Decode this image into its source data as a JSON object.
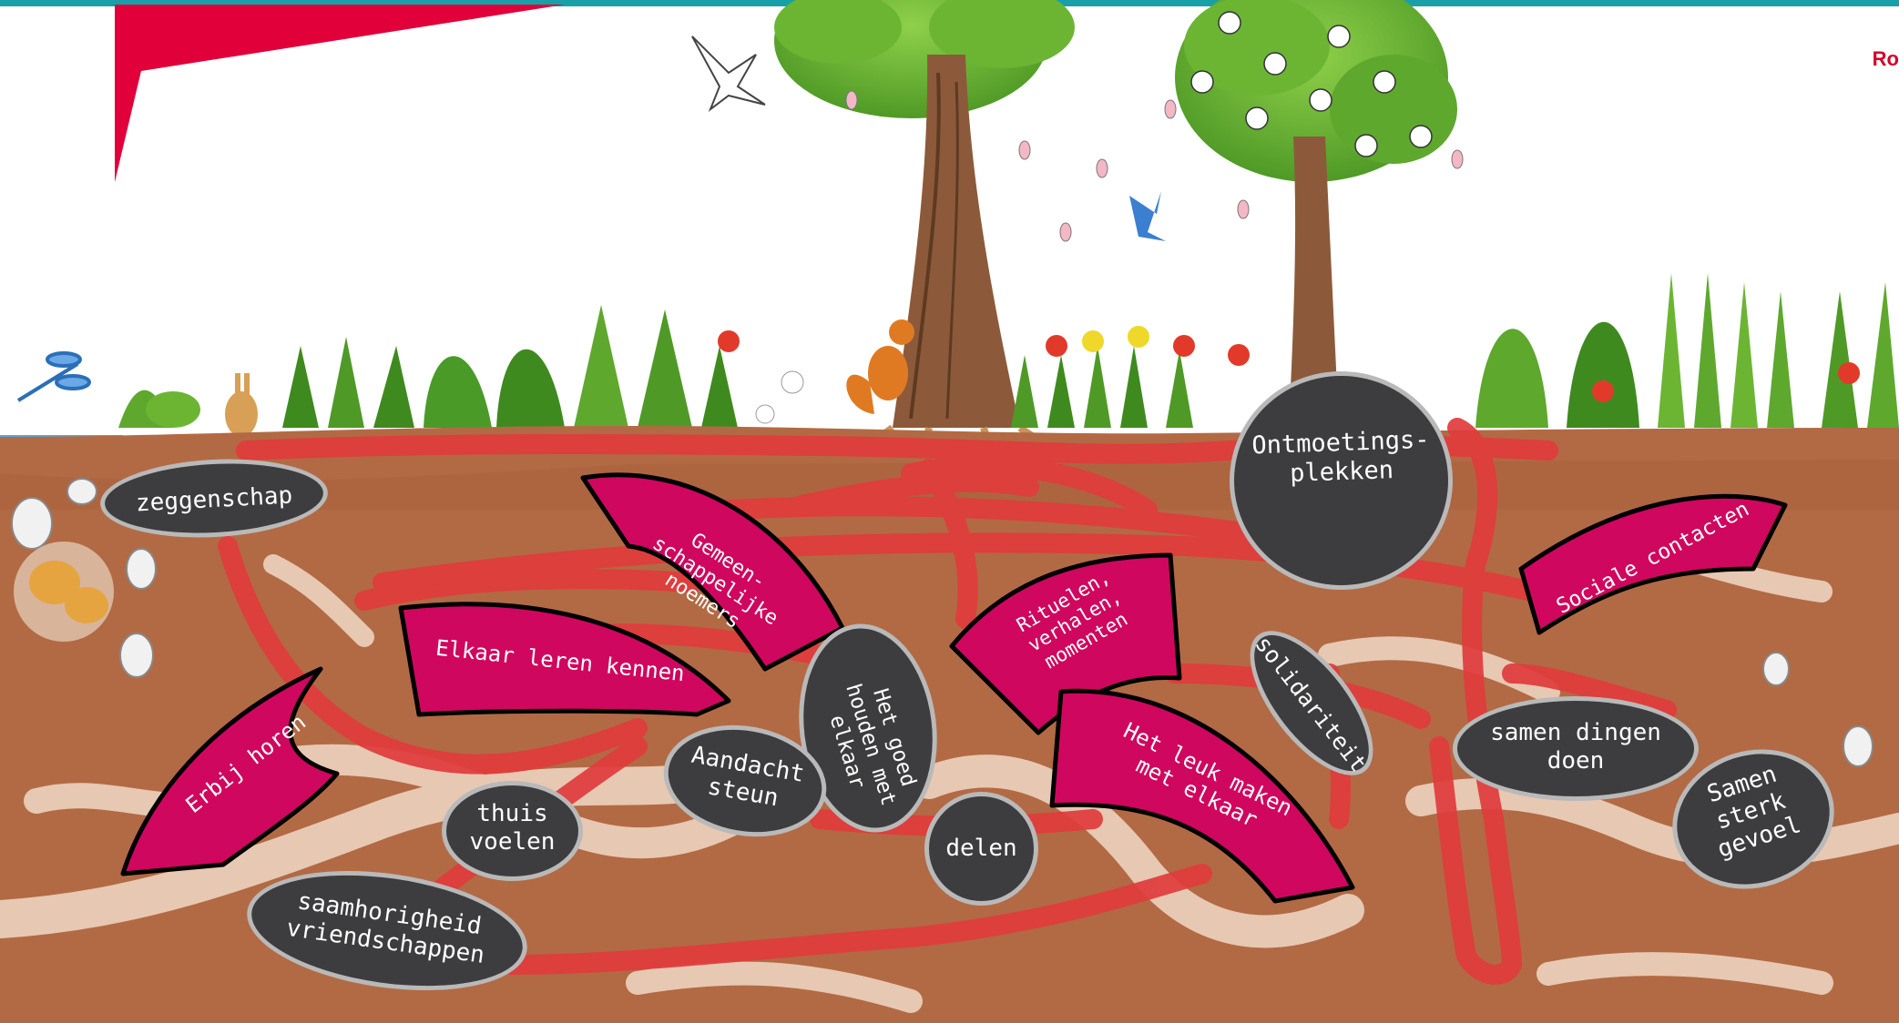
{
  "colors": {
    "topbar": "#17a0a8",
    "flag": "#e2003a",
    "sky": "#ffffff",
    "soil": "#b26a44",
    "tunnel": "#e7c8b2",
    "road": "#e03c3c",
    "arc_fill": "#d0075e",
    "oval_fill": "#3d3d3f",
    "oval_border": "#b9b9b9",
    "foliage": "#5ea82e",
    "trunk": "#8c5a3a"
  },
  "brand_text": "Ro",
  "arcs": [
    {
      "id": "gemeenschappelijke",
      "text": "Gemeen-\nschappelijke\nnoemers"
    },
    {
      "id": "elkaar-leren-kennen",
      "text": "Elkaar leren kennen"
    },
    {
      "id": "erbij-horen",
      "text": "Erbij horen"
    },
    {
      "id": "rituelen",
      "text": "Rituelen,\nverhalen,\nmomenten"
    },
    {
      "id": "het-leuk-maken",
      "text": "Het leuk maken\nmet elkaar"
    },
    {
      "id": "sociale-contacten",
      "text": "Sociale contacten"
    }
  ],
  "ovals": [
    {
      "id": "zeggenschap",
      "text": "zeggenschap"
    },
    {
      "id": "ontmoetingsplekken",
      "text": "Ontmoetings-\nplekken"
    },
    {
      "id": "solidariteit",
      "text": "solidariteit"
    },
    {
      "id": "samen-dingen-doen",
      "text": "samen dingen\ndoen"
    },
    {
      "id": "samen-sterk-gevoel",
      "text": "Samen\nsterk\ngevoel"
    },
    {
      "id": "het-goed-houden",
      "text": "Het goed\nhouden met\nelkaar"
    },
    {
      "id": "aandacht-steun",
      "text": "Aandacht\nsteun"
    },
    {
      "id": "thuis-voelen",
      "text": "thuis\nvoelen"
    },
    {
      "id": "delen",
      "text": "delen"
    },
    {
      "id": "saamhorigheid",
      "text": "saamhorigheid\nvriendschappen"
    }
  ]
}
